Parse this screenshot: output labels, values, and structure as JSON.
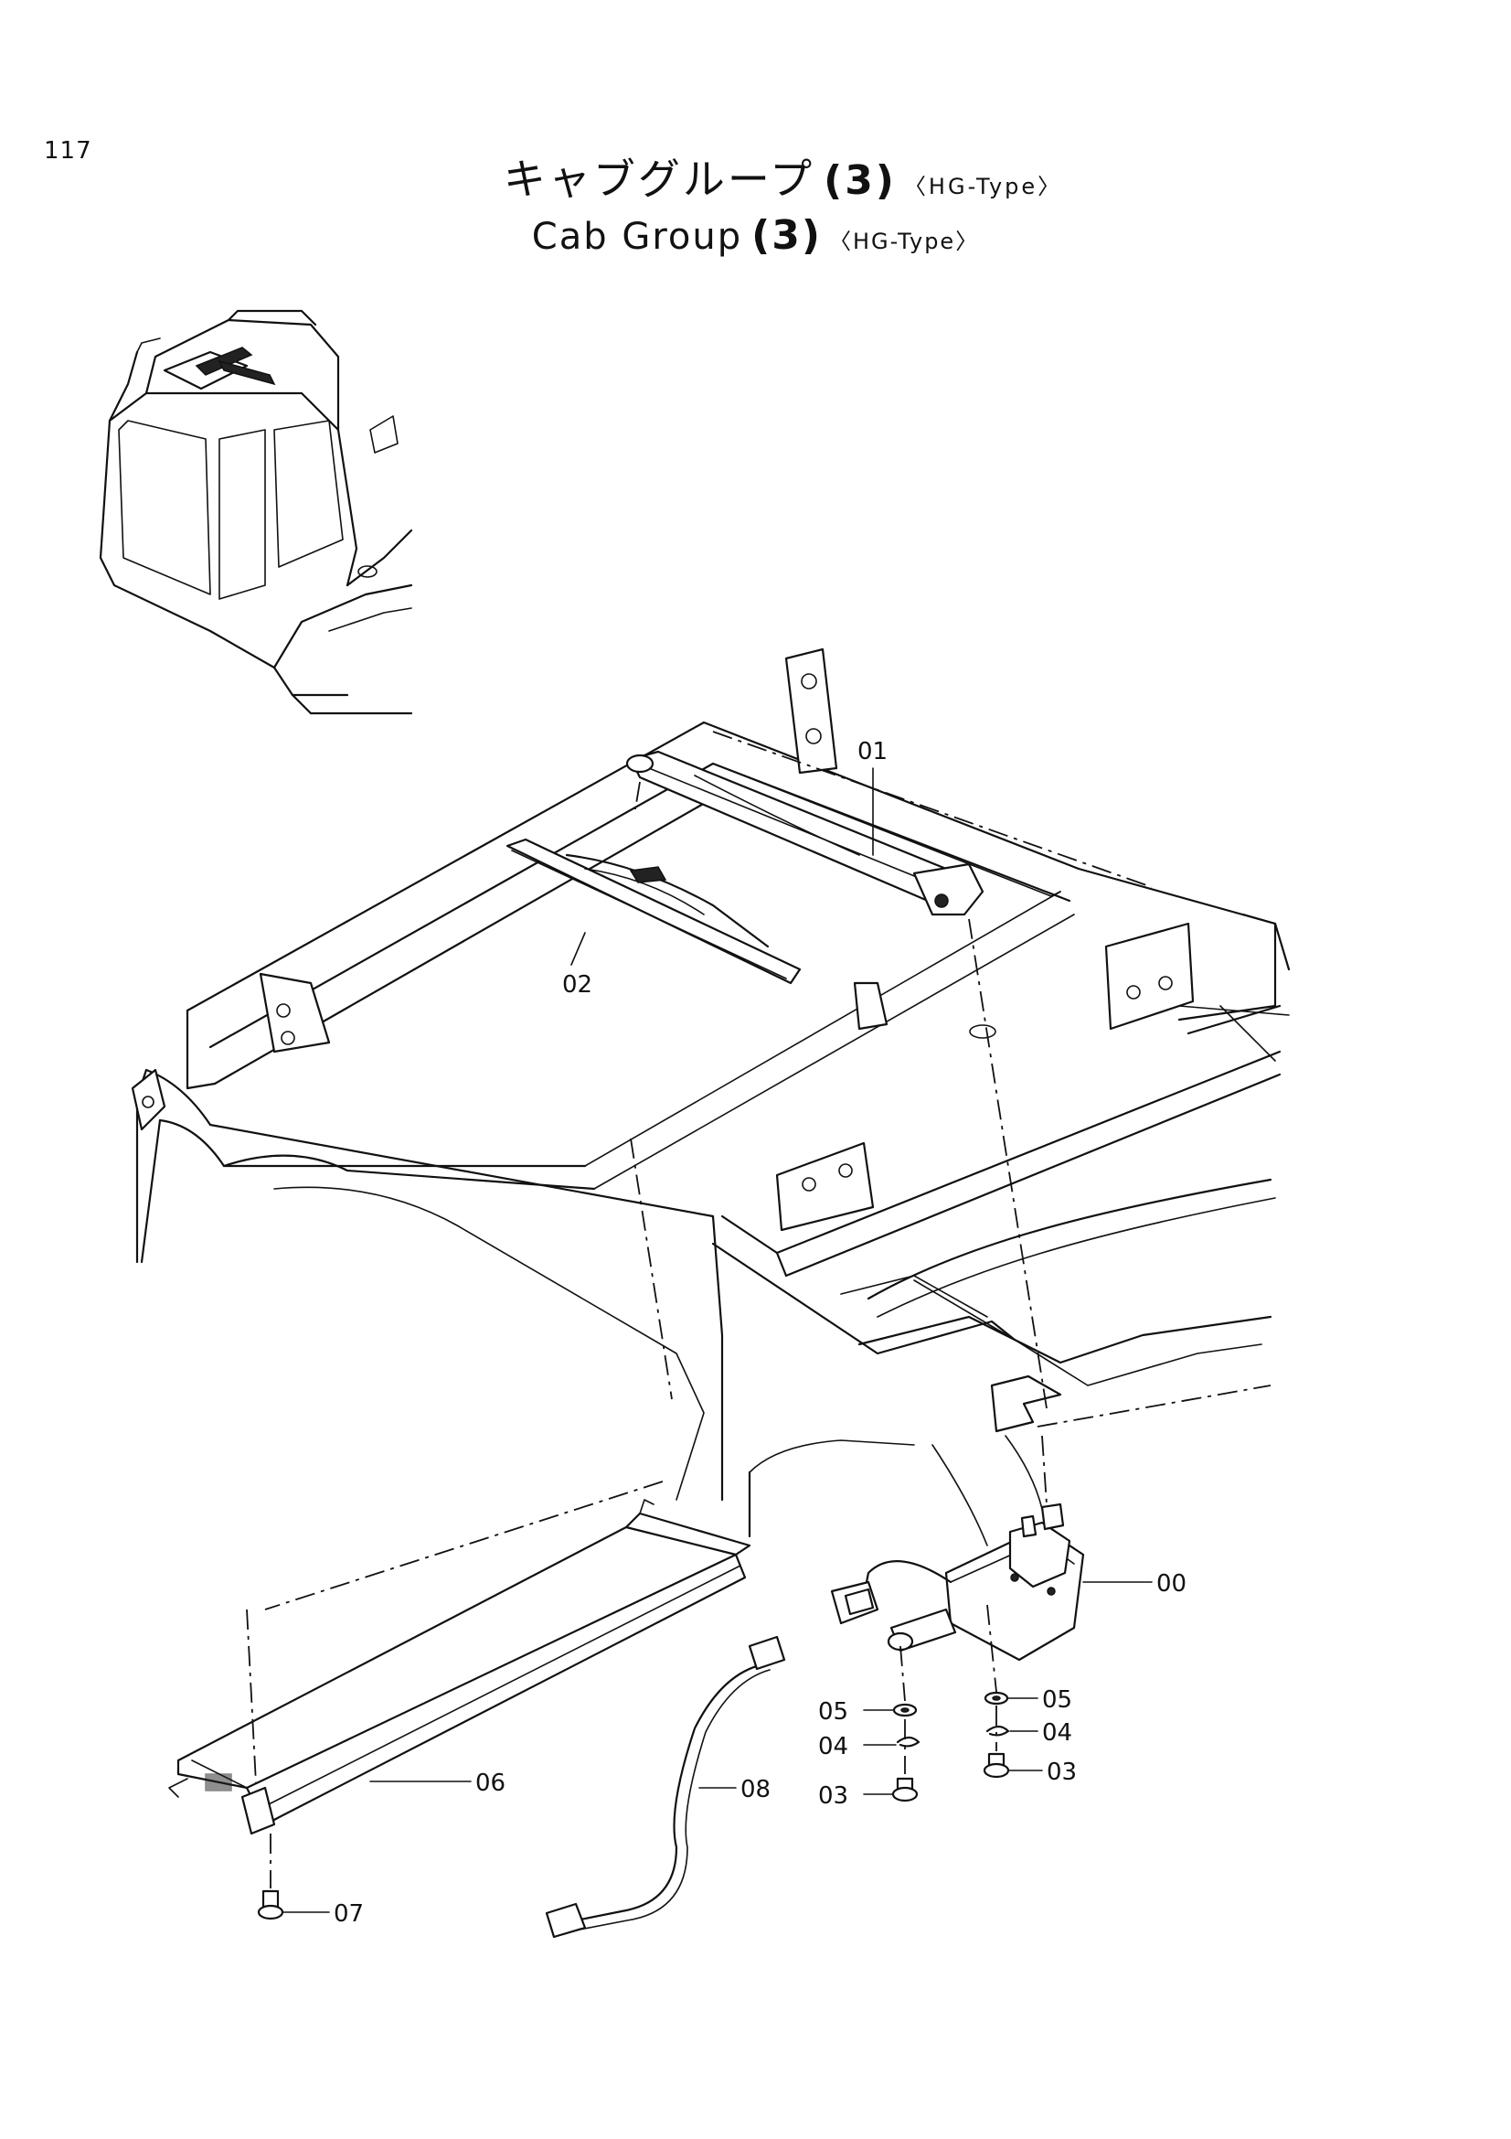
{
  "page_number": "117",
  "title": {
    "jp_main": "キャブグループ",
    "en_main": "Cab Group",
    "group_number": "(3)",
    "type_label": "〈HG-Type〉"
  },
  "callouts": {
    "c00": "00",
    "c01": "01",
    "c02": "02",
    "c03a": "03",
    "c03b": "03",
    "c04a": "04",
    "c04b": "04",
    "c05a": "05",
    "c05b": "05",
    "c06": "06",
    "c07": "07",
    "c08": "08"
  }
}
